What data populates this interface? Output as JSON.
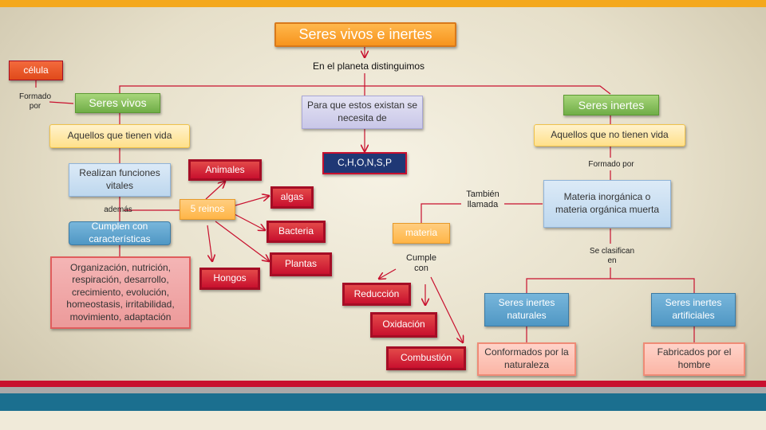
{
  "title": "Seres  vivos e inertes",
  "edge_labels": {
    "distinguimos": "En el planeta distinguimos",
    "formado": "Formado\npor",
    "ademas": "además",
    "tambien": "También\nllamada",
    "formado_por": "Formado por",
    "cumple": "Cumple\ncon",
    "se_clasifican": "Se clasifican\nen"
  },
  "nodes": {
    "celula": "célula",
    "vivos": "Seres vivos",
    "inertes": "Seres inertes",
    "para_que": "Para que estos existan se necesita de",
    "elementos": "C,H,O,N,S,P",
    "tienen_vida": "Aquellos que tienen vida",
    "no_vida": "Aquellos que no tienen vida",
    "funciones": "Realizan funciones vitales",
    "cumplen": "Cumplen con características",
    "caracteristicas": "Organización, nutrición, respiración, desarrollo, crecimiento, evolución, homeostasis, irritabilidad, movimiento, adaptación",
    "reinos": "5 reinos",
    "animales": "Animales",
    "algas": "algas",
    "bacteria": "Bacteria",
    "plantas": "Plantas",
    "hongos": "Hongos",
    "materia": "materia",
    "inorganica": "Materia inorgánica o materia orgánica muerta",
    "reduccion": "Reducción",
    "oxidacion": "Oxidación",
    "combustion": "Combustión",
    "naturales": "Seres inertes naturales",
    "artificiales": "Seres inertes artificiales",
    "conformados": "Conformados por la naturaleza",
    "fabricados": "Fabricados por el hombre"
  },
  "colors": {
    "title": "#f7941d",
    "green": "#70ad47",
    "red": "#c8102e",
    "navy": "#1f3875",
    "blue": "#4f97c4",
    "arrow": "#c8102e",
    "line": "#c8102e"
  }
}
